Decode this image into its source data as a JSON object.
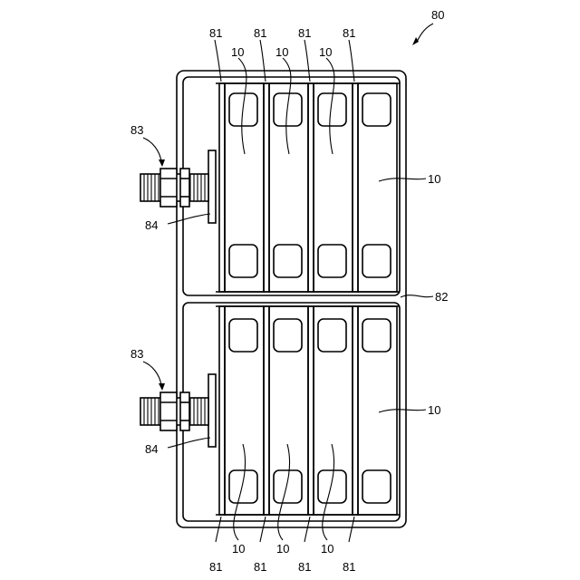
{
  "figure": {
    "assembly_label": "80",
    "labels": {
      "cell": "10",
      "separator": "81",
      "case_divider": "82",
      "terminal_bolt": "83",
      "terminal_plate": "84"
    }
  }
}
